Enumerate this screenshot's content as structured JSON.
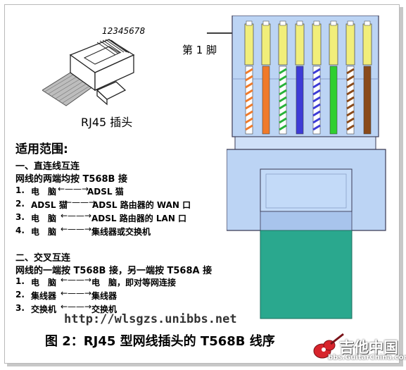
{
  "plug": {
    "pin_numbers": "12345678",
    "caption": "RJ45 插头"
  },
  "jack": {
    "pin1_label": "第 1 脚",
    "wire_colors": [
      {
        "base": "#ffffff",
        "stripe": "#f07a2a",
        "name": "white-orange"
      },
      {
        "base": "#f07a2a",
        "stripe": "#f07a2a",
        "name": "orange"
      },
      {
        "base": "#ffffff",
        "stripe": "#28b23a",
        "name": "white-green"
      },
      {
        "base": "#3d3bd6",
        "stripe": "#3d3bd6",
        "name": "blue"
      },
      {
        "base": "#ffffff",
        "stripe": "#3d3bd6",
        "name": "white-blue"
      },
      {
        "base": "#2fcf2f",
        "stripe": "#2fcf2f",
        "name": "green"
      },
      {
        "base": "#ffffff",
        "stripe": "#8a4a1a",
        "name": "white-brown"
      },
      {
        "base": "#8a4a1a",
        "stripe": "#8a4a1a",
        "name": "brown"
      }
    ],
    "cable_color": "#2aa88e",
    "body_color": "#bcd4f4"
  },
  "scope": {
    "title": "适用范围:",
    "straight": {
      "heading": "一、直连线互连",
      "note": "网线的两端均按 T568B 接",
      "items": [
        {
          "num": "1.",
          "left": "电　脑",
          "right": "ADSL 猫"
        },
        {
          "num": "2.",
          "left": "ADSL 猫",
          "right": "ADSL 路由器的 WAN 口"
        },
        {
          "num": "3.",
          "left": "电　脑",
          "right": "ADSL 路由器的 LAN 口"
        },
        {
          "num": "4.",
          "left": "电　脑",
          "right": "集线器或交换机"
        }
      ]
    },
    "crossover": {
      "heading": "二、交叉互连",
      "note": "网线的一端按 T568B 接，另一端按 T568A 接",
      "items": [
        {
          "num": "1.",
          "left": "电　脑",
          "right": "电　脑，即对等网连接"
        },
        {
          "num": "2.",
          "left": "集线器",
          "right": "集线器"
        },
        {
          "num": "3.",
          "left": "交换机",
          "right": "交换机"
        }
      ]
    }
  },
  "watermark": {
    "url": "http://wlsgzs.unibbs.net",
    "logo_cn": "吉他中国",
    "logo_en": "bbs.GuitarChina.com"
  },
  "figure_caption": "图 2：RJ45 型网线插头的 T568B 线序"
}
